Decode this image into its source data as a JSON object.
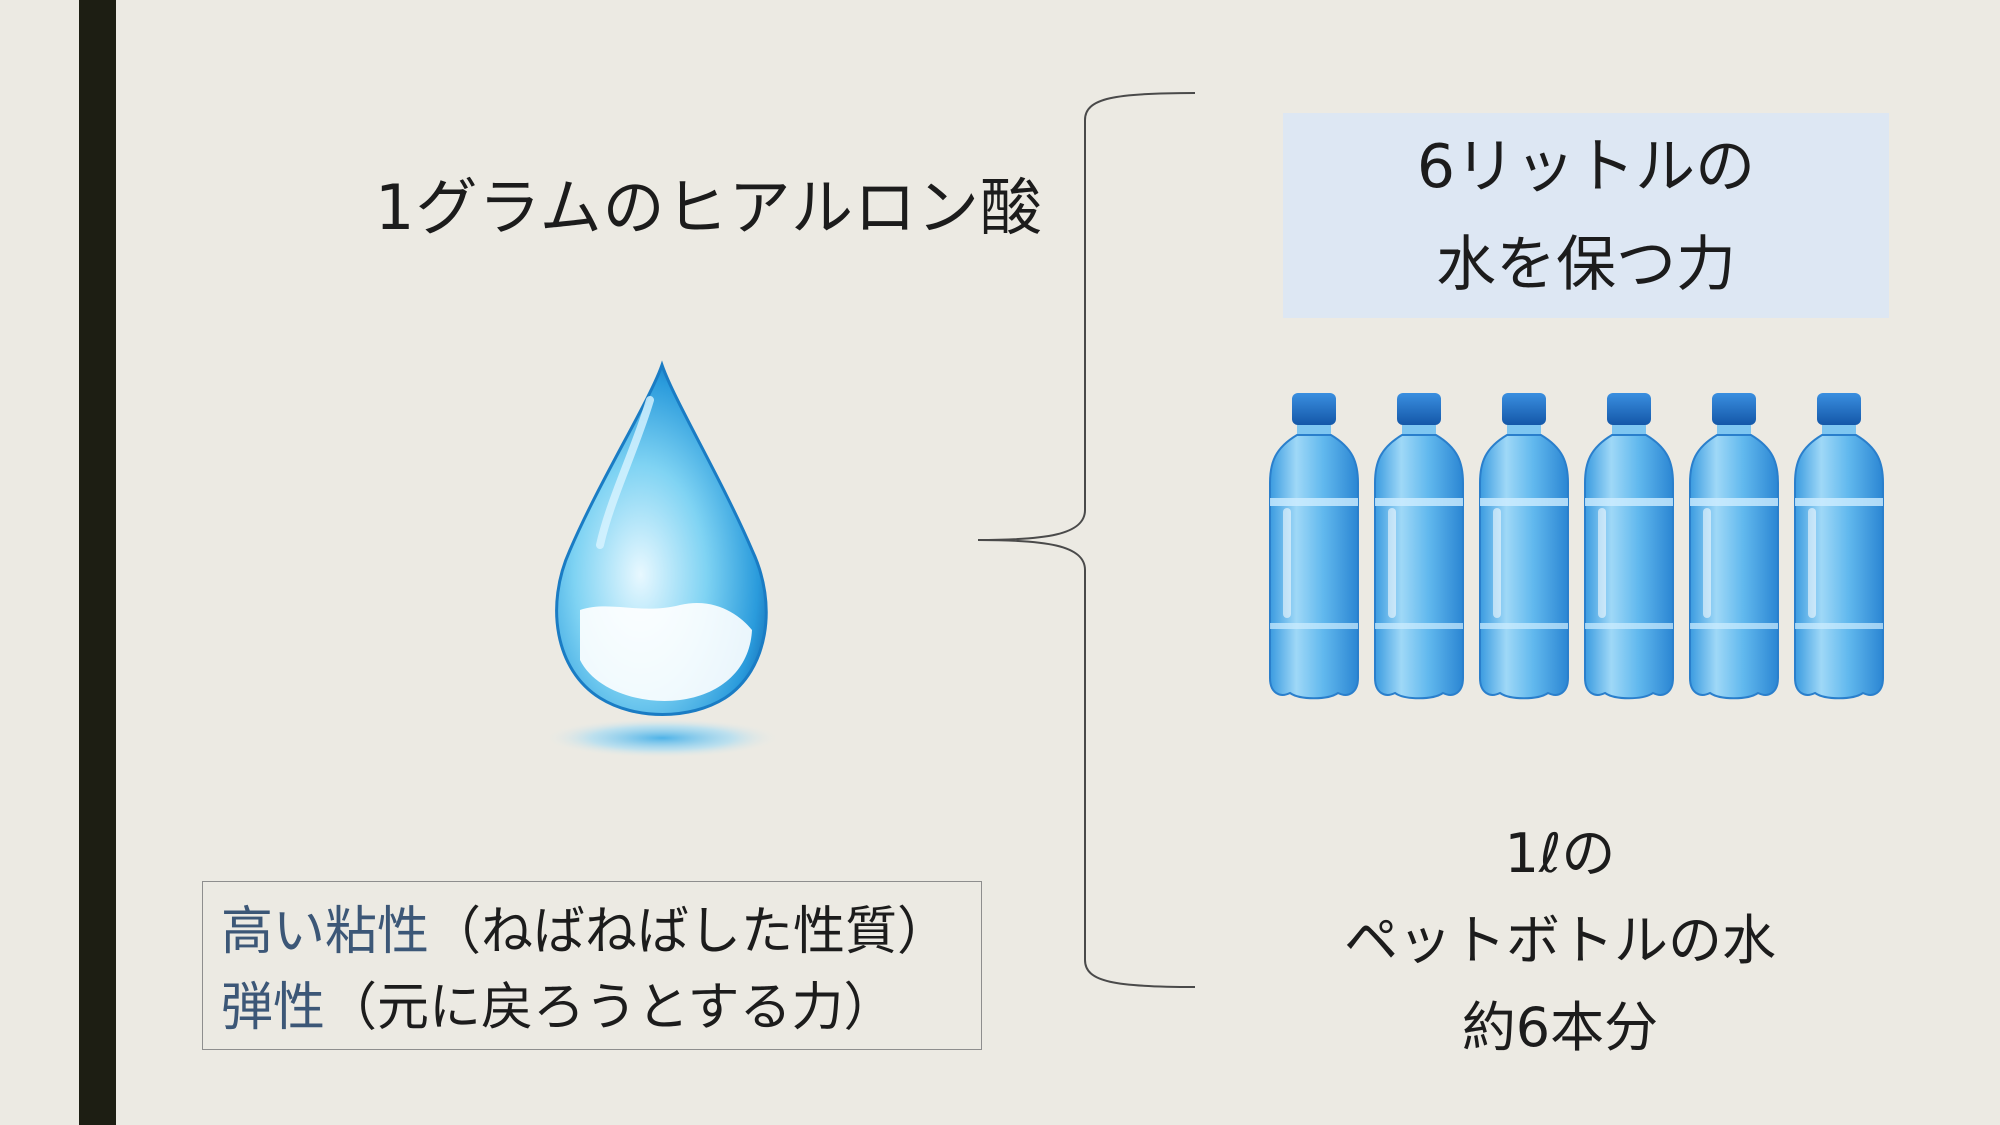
{
  "slide": {
    "title": "1グラムのヒアルロン酸",
    "highlight": {
      "line1": "6リットルの",
      "line2": "水を保つ力"
    },
    "liter_text": {
      "line1": "1ℓの",
      "line2": "ペットボトルの水",
      "line3": "約6本分"
    },
    "properties": [
      {
        "term": "高い粘性",
        "note": "（ねばねばした性質）"
      },
      {
        "term": "弾性",
        "note": "（元に戻ろうとする力）"
      }
    ],
    "colors": {
      "background": "#eceae3",
      "left_bar": "#1d1e13",
      "highlight_box": "#dde7f3",
      "accent_text": "#3c5777",
      "water_blue": "#2f8fd6",
      "cap_blue": "#1f6fc6"
    },
    "icons": {
      "drop": "water-drop-icon",
      "bottle": "water-bottle-icon"
    },
    "bottle_count": 6
  }
}
